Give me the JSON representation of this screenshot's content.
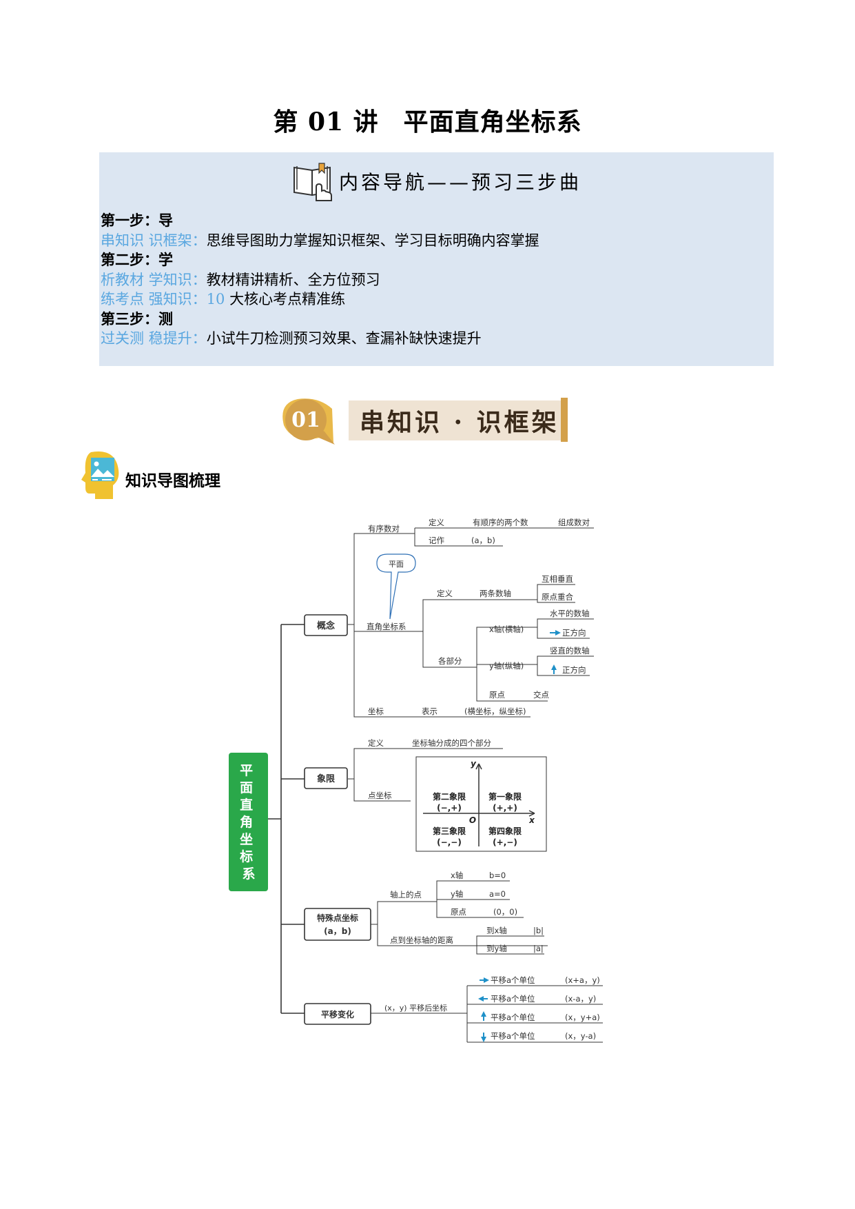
{
  "title": {
    "part1": "第 01 讲",
    "part2": "平面直角坐标系"
  },
  "nav": {
    "heading": "内容导航——预习三步曲",
    "steps": [
      {
        "heading": "第一步：导",
        "lines": [
          {
            "label": "串知识 识框架：",
            "text": "思维导图助力掌握知识框架、学习目标明确内容掌握"
          }
        ]
      },
      {
        "heading": "第二步：学",
        "lines": [
          {
            "label": "析教材 学知识：",
            "text": "教材精讲精析、全方位预习"
          },
          {
            "label": "练考点 强知识：",
            "num": "10",
            "text": " 大核心考点精准练"
          }
        ]
      },
      {
        "heading": "第三步：测",
        "lines": [
          {
            "label": "过关测 稳提升：",
            "text": "小试牛刀检测预习效果、查漏补缺快速提升"
          }
        ]
      }
    ]
  },
  "banner": {
    "number": "01",
    "text": "串知识 · 识框架"
  },
  "section": {
    "title": "知识导图梳理"
  },
  "mindmap": {
    "root": "平面直角坐标系",
    "concept": {
      "label": "概念",
      "ordered_pair": {
        "label": "有序数对",
        "def": "定义",
        "def_text": "有顺序的两个数",
        "def_text2": "组成数对",
        "notation": "记作",
        "notation_text": "(a，b)"
      },
      "callout": "平面",
      "system": {
        "label": "直角坐标系",
        "def": "定义",
        "def_text": "两条数轴",
        "def_a": "互相垂直",
        "def_b": "原点重合",
        "parts": "各部分",
        "x_axis": "x轴(横轴)",
        "x_a": "水平的数轴",
        "x_b": "正方向",
        "y_axis": "y轴(纵轴)",
        "y_a": "竖直的数轴",
        "y_b": "正方向",
        "origin": "原点",
        "origin_text": "交点"
      },
      "coord": {
        "label": "坐标",
        "rep": "表示",
        "rep_text": "(横坐标，纵坐标)"
      }
    },
    "quadrant": {
      "label": "象限",
      "def": "定义",
      "def_text": "坐标轴分成的四个部分",
      "point": "点坐标",
      "q2": "第二象限",
      "q2s": "(−,+)",
      "q1": "第一象限",
      "q1s": "(+,+)",
      "q3": "第三象限",
      "q3s": "(−,−)",
      "q4": "第四象限",
      "q4s": "(+,−)",
      "o": "O",
      "x": "x",
      "y": "y"
    },
    "special": {
      "label1": "特殊点坐标",
      "label2": "(a，b)",
      "on_axis": "轴上的点",
      "xa": "x轴",
      "xa_v": "b=0",
      "ya": "y轴",
      "ya_v": "a=0",
      "orig": "原点",
      "orig_v": "(0，0)",
      "dist": "点到坐标轴的距离",
      "to_x": "到x轴",
      "to_x_v": "|b|",
      "to_y": "到y轴",
      "to_y_v": "|a|"
    },
    "translation": {
      "label": "平移变化",
      "mid": "(x，y) 平移后坐标",
      "items": [
        {
          "arrow": "right",
          "text": "平移a个单位",
          "result": "(x+a，y)"
        },
        {
          "arrow": "left",
          "text": "平移a个单位",
          "result": "(x-a，y)"
        },
        {
          "arrow": "up",
          "text": "平移a个单位",
          "result": "(x，y+a)"
        },
        {
          "arrow": "down",
          "text": "平移a个单位",
          "result": "(x，y-a)"
        }
      ]
    },
    "colors": {
      "root_bg": "#2aa84a",
      "arrow": "#1e90c8",
      "line": "#333333"
    }
  }
}
